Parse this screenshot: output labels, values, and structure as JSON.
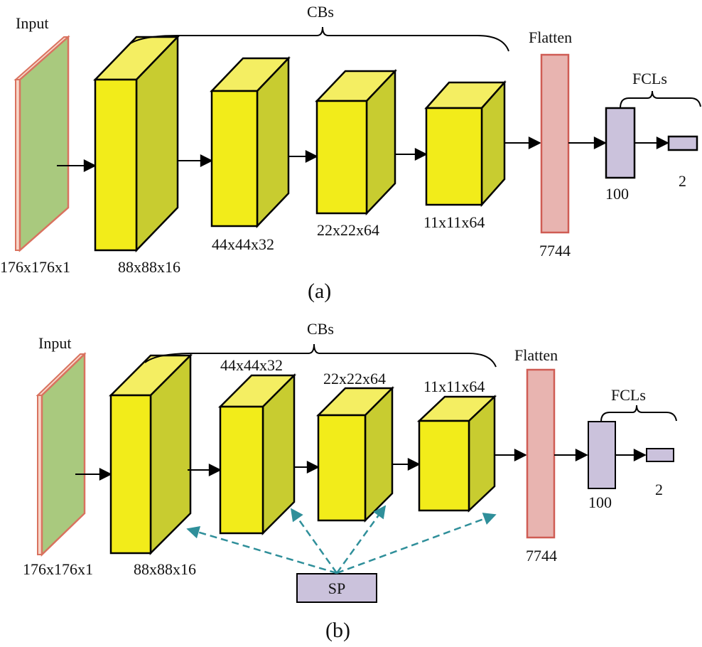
{
  "panel_a": {
    "input_label": "Input",
    "input_dims": "176x176x1",
    "cbs_label": "CBs",
    "block1_dims": "88x88x16",
    "block2_dims": "44x44x32",
    "block3_dims": "22x22x64",
    "block4_dims": "11x11x64",
    "flatten_label": "Flatten",
    "flatten_size": "7744",
    "fcls_label": "FCLs",
    "fc1_size": "100",
    "fc2_size": "2",
    "caption": "(a)"
  },
  "panel_b": {
    "input_label": "Input",
    "input_dims": "176x176x1",
    "cbs_label": "CBs",
    "block1_dims": "88x88x16",
    "block2_dims": "44x44x32",
    "block3_dims": "22x22x64",
    "block4_dims": "11x11x64",
    "flatten_label": "Flatten",
    "flatten_size": "7744",
    "fcls_label": "FCLs",
    "fc1_size": "100",
    "fc2_size": "2",
    "sp_label": "SP",
    "caption": "(b)"
  },
  "colors": {
    "block_front": "#f2ec1a",
    "block_top": "#f4ee62",
    "block_side": "#c8cc30",
    "input_face": "#a9c97e",
    "input_border": "#d9725f",
    "flatten_fill": "#e8b4b0",
    "flatten_border": "#cf5c54",
    "fc_fill": "#cbc2dc",
    "sp_arrow": "#2f8f9a"
  }
}
